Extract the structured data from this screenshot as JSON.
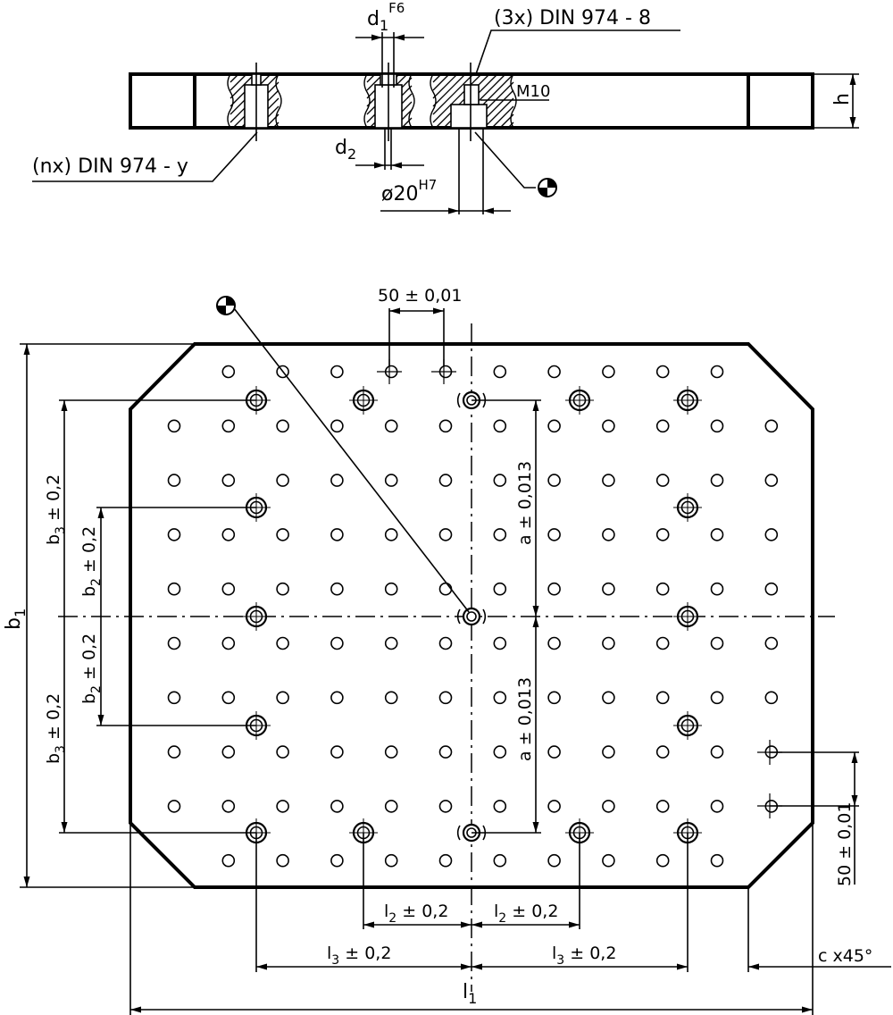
{
  "labels": {
    "d1": "d",
    "d1_sub": "1",
    "d1_tol": "F6",
    "din_3x": "(3x) DIN 974 - 8",
    "m10": "M10",
    "h": "h",
    "din_nx": "(nx) DIN 974 - y",
    "d2": "d",
    "d2_sub": "2",
    "dia20": "ø20",
    "dia20_tol": "H7",
    "pitch_top": "50 ± 0,01",
    "pitch_right": "50 ± 0,01",
    "b1": "b",
    "b1_sub": "1",
    "b2": "b",
    "b2_sub": "2",
    "b2_tol": " ± 0,2",
    "b3": "b",
    "b3_sub": "3",
    "b3_tol": " ± 0,2",
    "a": "a ± 0,013",
    "l1": "l",
    "l1_sub": "1",
    "l2": "l",
    "l2_sub": "2",
    "l2_tol": " ± 0,2",
    "l3": "l",
    "l3_sub": "3",
    "l3_tol": " ± 0,2",
    "chamfer": "c x45°"
  },
  "grid": {
    "columns": 12,
    "rows": 10,
    "pitch_label": "50 ± 0,01"
  },
  "icons": {
    "datum_symbol": "datum-reference-icon"
  }
}
